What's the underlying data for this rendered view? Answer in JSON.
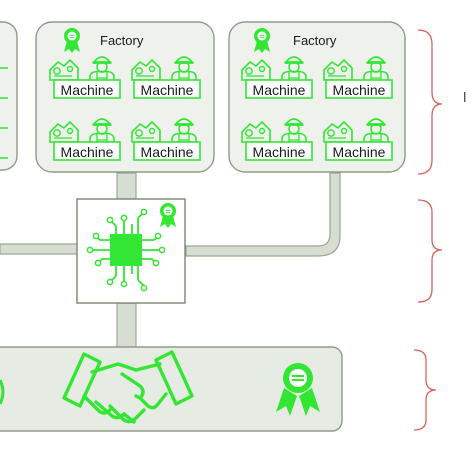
{
  "factories": [
    {
      "label": "Factory",
      "machines": [
        "Machine",
        "Machine",
        "Machine",
        "Machine"
      ]
    },
    {
      "label": "Factory",
      "machines": [
        "Machine",
        "Machine",
        "Machine",
        "Machine"
      ]
    }
  ],
  "colors": {
    "green": "#33e633",
    "green_dark": "#19a319",
    "box_fill": "#eef1ec",
    "box_stroke": "#8f9b8a",
    "pipe": "#d6ddd2",
    "brace": "#d9605a"
  },
  "icons": [
    "badge-icon",
    "factory-machine-icon",
    "worker-icon",
    "chip-icon",
    "handshake-icon"
  ]
}
